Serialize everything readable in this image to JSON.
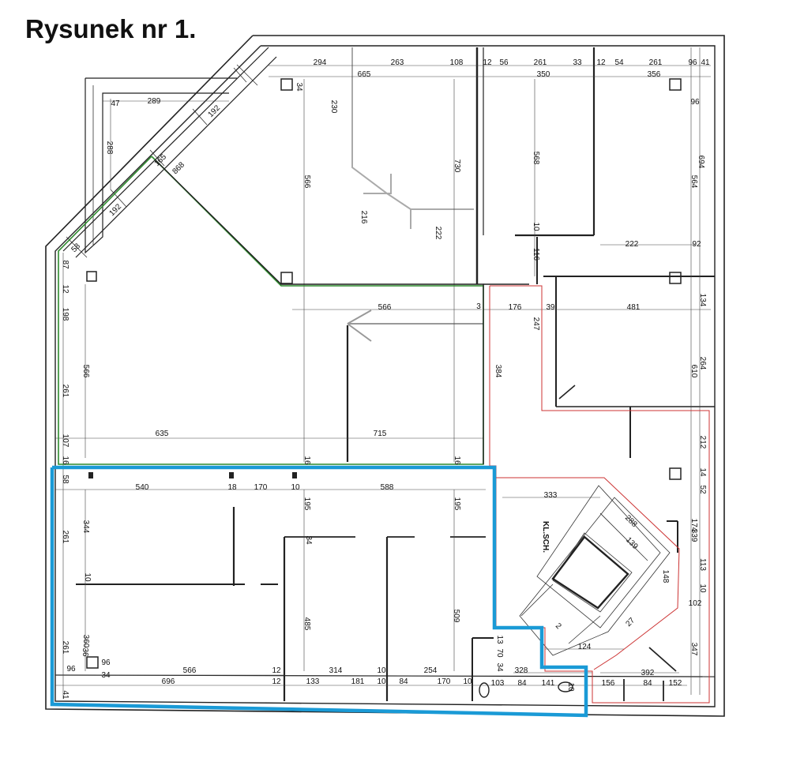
{
  "title": "Rysunek nr 1.",
  "label_klsch": "KL.SCH.",
  "colors": {
    "green_zone": "#2e8b2e",
    "blue_zone": "#1a9ad6",
    "red_zone": "#cc3333",
    "wall": "#222222"
  },
  "dimensions": [
    "294",
    "263",
    "108",
    "12",
    "56",
    "261",
    "33",
    "12",
    "54",
    "261",
    "96",
    "41",
    "665",
    "350",
    "356",
    "96",
    "34",
    "289",
    "47",
    "288",
    "192",
    "165",
    "868",
    "192",
    "58",
    "87",
    "12",
    "198",
    "261",
    "566",
    "566",
    "730",
    "568",
    "694",
    "564",
    "222",
    "92",
    "116",
    "10",
    "566",
    "3",
    "176",
    "39",
    "481",
    "134",
    "247",
    "384",
    "264",
    "610",
    "635",
    "715",
    "107",
    "16",
    "16",
    "16",
    "212",
    "14",
    "52",
    "58",
    "540",
    "18",
    "170",
    "10",
    "588",
    "195",
    "195",
    "333",
    "261",
    "344",
    "34",
    "10",
    "288",
    "139",
    "148",
    "174",
    "339",
    "113",
    "10",
    "102",
    "485",
    "509",
    "27",
    "2",
    "13",
    "70",
    "34",
    "124",
    "347",
    "36",
    "566",
    "96",
    "360",
    "261",
    "96",
    "34",
    "12",
    "314",
    "10",
    "254",
    "328",
    "696",
    "12",
    "133",
    "181",
    "10",
    "84",
    "170",
    "10",
    "103",
    "84",
    "141",
    "10",
    "156",
    "84",
    "392",
    "152",
    "41",
    "230",
    "216",
    "222"
  ]
}
